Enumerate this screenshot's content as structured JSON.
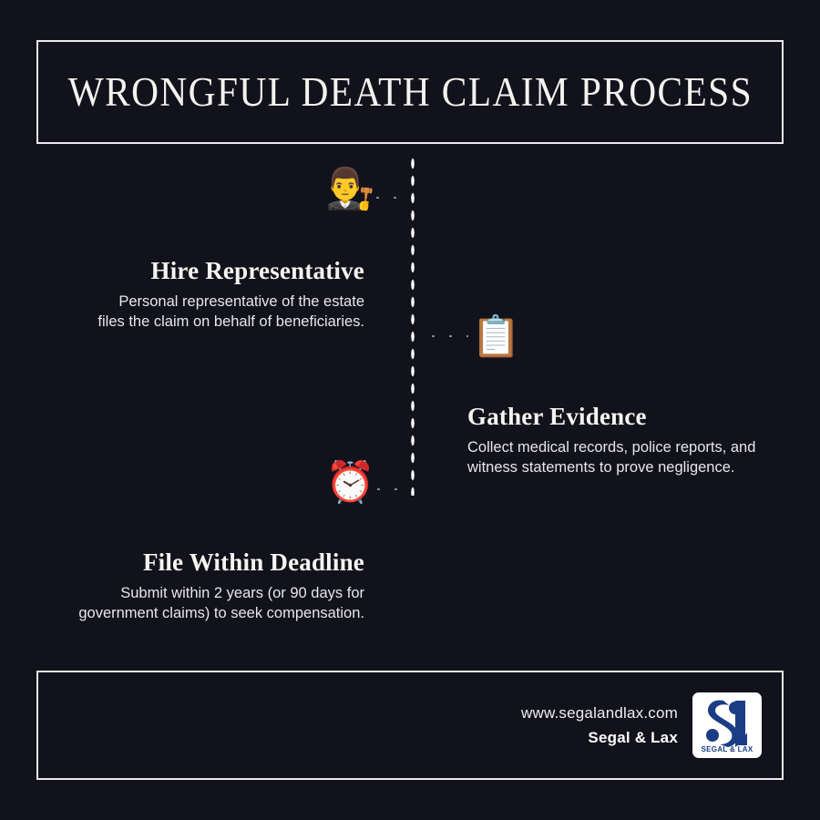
{
  "page": {
    "title": "WRONGFUL DEATH CLAIM PROCESS",
    "background_color": "#12121c",
    "border_color": "#e9e9ee",
    "accent_color": "#1b3d86"
  },
  "steps": [
    {
      "icon": "judge-emoji",
      "glyph": "👨‍⚖️",
      "heading": "Hire Representative",
      "body": "Personal representative of the estate\nfiles the claim on behalf of beneficiaries.",
      "side": "left"
    },
    {
      "icon": "clipboard-emoji",
      "glyph": "📋",
      "heading": "Gather Evidence",
      "body": "Collect medical records, police reports, and\nwitness statements to prove negligence.",
      "side": "right"
    },
    {
      "icon": "alarm-clock-emoji",
      "glyph": "⏰",
      "heading": "File Within Deadline",
      "body": "Submit within 2 years (or 90 days for\ngovernment claims) to seek compensation.",
      "side": "left"
    }
  ],
  "footer": {
    "url": "www.segalandlax.com",
    "brand": "Segal & Lax",
    "logo_wordmark": "SEGAL & LAX"
  }
}
